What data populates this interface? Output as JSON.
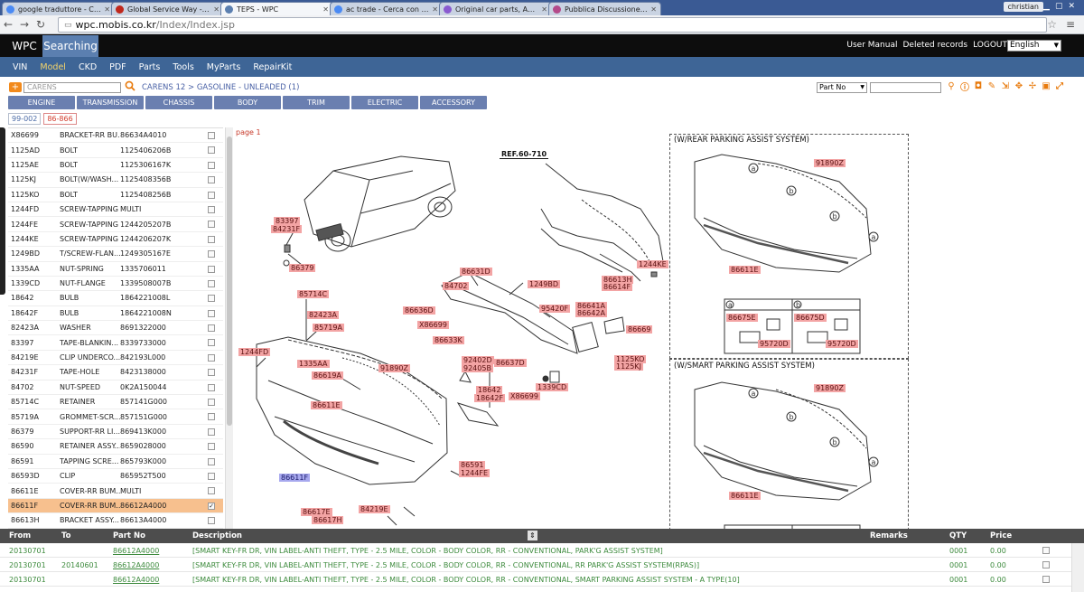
{
  "browser": {
    "tabs": [
      {
        "label": "google traduttore - Cerca",
        "icon_color": "#4a8af4"
      },
      {
        "label": "Global Service Way - Tech",
        "icon_color": "#c0281c"
      },
      {
        "label": "TEPS - WPC",
        "icon_color": "#5b7fb0"
      },
      {
        "label": "ac trade - Cerca con Goog",
        "icon_color": "#4a8af4"
      },
      {
        "label": "Original car parts, AMB Tr",
        "icon_color": "#8a5ad0"
      },
      {
        "label": "Pubblica Discussione | Ki",
        "icon_color": "#b44a8a"
      }
    ],
    "active_tab": 2,
    "profile": "christian",
    "url_host": "wpc.mobis.co.kr",
    "url_path": "/Index/Index.jsp"
  },
  "app": {
    "logo": "WPC",
    "mode": "Searching",
    "header_links": [
      "User Manual",
      "Deleted records",
      "LOGOUT"
    ],
    "language": "English"
  },
  "nav": {
    "items": [
      "VIN",
      "Model",
      "CKD",
      "PDF",
      "Parts",
      "Tools",
      "MyParts",
      "RepairKit"
    ],
    "selected": 1
  },
  "search": {
    "plus": "+",
    "model_placeholder": "CARENS",
    "breadcrumb": "CARENS 12 > GASOLINE - UNLEADED (1)",
    "part_type": "Part No",
    "part_query": ""
  },
  "categories": [
    "ENGINE",
    "TRANSMISSION",
    "CHASSIS",
    "BODY",
    "TRIM",
    "ELECTRIC",
    "ACCESSORY"
  ],
  "page_tabs": [
    {
      "label": "99-002",
      "selected": false
    },
    {
      "label": "86-866",
      "selected": true
    }
  ],
  "parts": [
    {
      "code": "X86699",
      "name": "BRACKET-RR BU...",
      "number": "86634A4010",
      "checked": false
    },
    {
      "code": "1125AD",
      "name": "BOLT",
      "number": "1125406206B",
      "checked": false
    },
    {
      "code": "1125AE",
      "name": "BOLT",
      "number": "1125306167K",
      "checked": false
    },
    {
      "code": "1125KJ",
      "name": "BOLT(W/WASH...",
      "number": "1125408356B",
      "checked": false
    },
    {
      "code": "1125KO",
      "name": "BOLT",
      "number": "1125408256B",
      "checked": false
    },
    {
      "code": "1244FD",
      "name": "SCREW-TAPPING",
      "number": "MULTI",
      "checked": false
    },
    {
      "code": "1244FE",
      "name": "SCREW-TAPPING",
      "number": "1244205207B",
      "checked": false
    },
    {
      "code": "1244KE",
      "name": "SCREW-TAPPING",
      "number": "1244206207K",
      "checked": false
    },
    {
      "code": "1249BD",
      "name": "T/SCREW-FLAN...",
      "number": "1249305167E",
      "checked": false
    },
    {
      "code": "1335AA",
      "name": "NUT-SPRING",
      "number": "1335706011",
      "checked": false
    },
    {
      "code": "1339CD",
      "name": "NUT-FLANGE",
      "number": "1339508007B",
      "checked": false
    },
    {
      "code": "18642",
      "name": "BULB",
      "number": "1864221008L",
      "checked": false
    },
    {
      "code": "18642F",
      "name": "BULB",
      "number": "1864221008N",
      "checked": false
    },
    {
      "code": "82423A",
      "name": "WASHER",
      "number": "8691322000",
      "checked": false
    },
    {
      "code": "83397",
      "name": "TAPE-BLANKIN...",
      "number": "8339733000",
      "checked": false
    },
    {
      "code": "84219E",
      "name": "CLIP UNDERCO...",
      "number": "842193L000",
      "checked": false
    },
    {
      "code": "84231F",
      "name": "TAPE-HOLE",
      "number": "8423138000",
      "checked": false
    },
    {
      "code": "84702",
      "name": "NUT-SPEED",
      "number": "0K2A150044",
      "checked": false
    },
    {
      "code": "85714C",
      "name": "RETAINER",
      "number": "857141G000",
      "checked": false
    },
    {
      "code": "85719A",
      "name": "GROMMET-SCR...",
      "number": "857151G000",
      "checked": false
    },
    {
      "code": "86379",
      "name": "SUPPORT-RR LI...",
      "number": "869413K000",
      "checked": false
    },
    {
      "code": "86590",
      "name": "RETAINER ASSY...",
      "number": "8659028000",
      "checked": false
    },
    {
      "code": "86591",
      "name": "TAPPING SCRE...",
      "number": "865793K000",
      "checked": false
    },
    {
      "code": "86593D",
      "name": "CLIP",
      "number": "865952T500",
      "checked": false
    },
    {
      "code": "86611E",
      "name": "COVER-RR BUM...",
      "number": "MULTI",
      "checked": false
    },
    {
      "code": "86611F",
      "name": "COVER-RR BUM...",
      "number": "86612A4000",
      "checked": true
    },
    {
      "code": "86613H",
      "name": "BRACKET ASSY...",
      "number": "86613A4000",
      "checked": false
    }
  ],
  "diagram": {
    "page_label": "page 1",
    "ref_label": "REF.60-710",
    "box1_title": "(W/REAR PARKING ASSIST SYSTEM)",
    "box2_title": "(W/SMART PARKING ASSIST SYSTEM)",
    "callouts": [
      "a",
      "b"
    ],
    "labels": {
      "l83397": "83397",
      "l84231f": "84231F",
      "l86379": "86379",
      "l86631d": "86631D",
      "l84702": "84702",
      "l1249bd": "1249BD",
      "l86636d": "86636D",
      "l95420f": "95420F",
      "l86641a": "86641A",
      "l86642a": "86642A",
      "lx86699a": "X86699",
      "l86633k": "86633K",
      "l86669": "86669",
      "l86613h": "86613H",
      "l86614f": "86614F",
      "l1244ke": "1244KE",
      "l85714c": "85714C",
      "l82423a": "82423A",
      "l85719a": "85719A",
      "l1244fd": "1244FD",
      "l1335aa": "1335AA",
      "l86619a": "86619A",
      "l91890za": "91890Z",
      "l92402d": "92402D",
      "l92405b": "92405B",
      "l86637d": "86637D",
      "l1125ko": "1125KO",
      "l1125kj": "1125KJ",
      "l18642": "18642",
      "l18642f": "18642F",
      "lx86699b": "X86699",
      "l1339cd": "1339CD",
      "l86611ea": "86611E",
      "l86591": "86591",
      "l1244fe": "1244FE",
      "l86611f": "86611F",
      "l86617e": "86617E",
      "l86617h": "86617H",
      "l84219e": "84219E",
      "l91890zb": "91890Z",
      "l86611eb": "86611E",
      "l86675e": "86675E",
      "l86675d": "86675D",
      "l95720da": "95720D",
      "l95720db": "95720D",
      "l91890zc": "91890Z",
      "l86611ec": "86611E"
    }
  },
  "results": {
    "headers": [
      "From",
      "To",
      "Part No",
      "Description",
      "Remarks",
      "QTY",
      "Price"
    ],
    "rows": [
      {
        "from": "20130701",
        "to": "",
        "part": "86612A4000",
        "desc": "[SMART KEY-FR DR, VIN LABEL-ANTI THEFT, TYPE - 2.5 MILE, COLOR - BODY COLOR, RR - CONVENTIONAL, PARK'G ASSIST SYSTEM]",
        "remarks": "",
        "qty": "0001",
        "price": "0.00"
      },
      {
        "from": "20130701",
        "to": "20140601",
        "part": "86612A4000",
        "desc": "[SMART KEY-FR DR, VIN LABEL-ANTI THEFT, TYPE - 2.5 MILE, COLOR - BODY COLOR, RR - CONVENTIONAL, RR PARK'G ASSIST SYSTEM(RPAS)]",
        "remarks": "",
        "qty": "0001",
        "price": "0.00"
      },
      {
        "from": "20130701",
        "to": "",
        "part": "86612A4000",
        "desc": "[SMART KEY-FR DR, VIN LABEL-ANTI THEFT, TYPE - 2.5 MILE, COLOR - BODY COLOR, RR - CONVENTIONAL, SMART PARKING ASSIST SYSTEM - A TYPE(10]",
        "remarks": "",
        "qty": "0001",
        "price": "0.00"
      }
    ]
  },
  "colors": {
    "nav_bar": "#3e6596",
    "searching_tab": "#5b7fb0",
    "category_tab": "#6a7fb0",
    "label_red": "#f3a4a4",
    "label_blue": "#a7a8ee",
    "row_selected": "#f7c08e",
    "result_text": "#3c8a3c",
    "accent_orange": "#f28a1c"
  }
}
